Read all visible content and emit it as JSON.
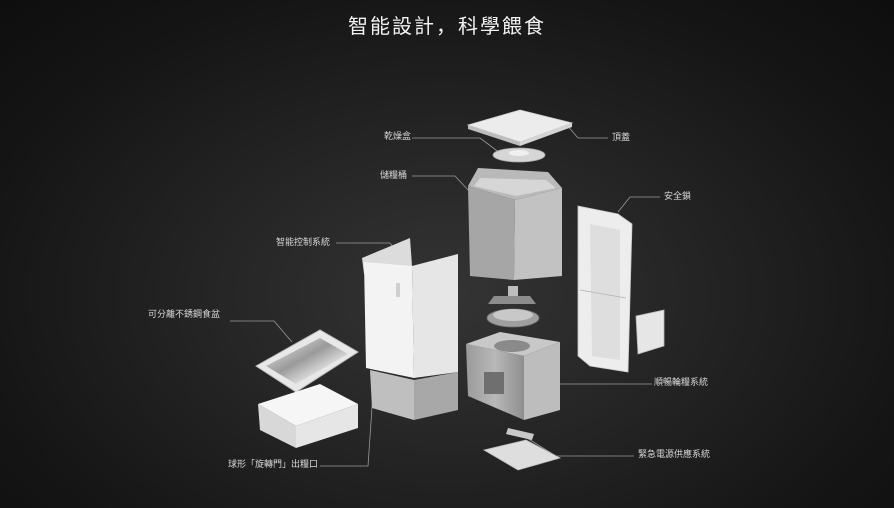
{
  "title": "智能設計，科學餵食",
  "labels": {
    "dry_box": "乾燥盒",
    "top_cover": "頂蓋",
    "storage_bucket": "儲糧桶",
    "safety_lock": "安全鎖",
    "smart_control": "智能控制系統",
    "bowl": "可分離不銹鋼食盆",
    "impeller": "順暢輪糧系統",
    "outlet": "球形「旋轉門」出糧口",
    "power": "緊急電源供應系統"
  }
}
